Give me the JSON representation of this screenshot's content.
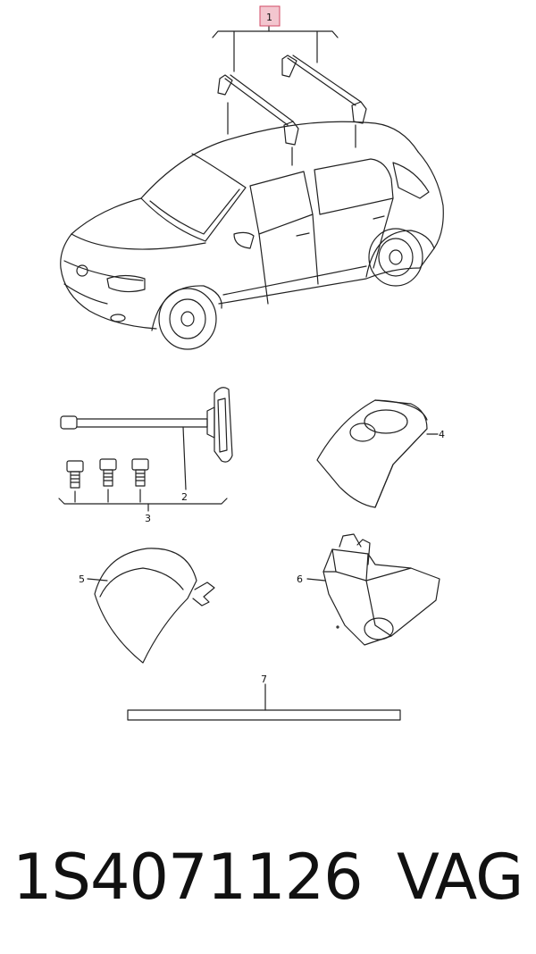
{
  "callouts": {
    "c1": "1",
    "c2": "2",
    "c3": "3",
    "c4": "4",
    "c5": "5",
    "c6": "6",
    "c7": "7"
  },
  "footer": {
    "part_number": "1S4071126",
    "brand": "VAG"
  },
  "colors": {
    "highlight_box": "#f3c6cf",
    "highlight_border": "#d24a64",
    "line": "#222222"
  }
}
